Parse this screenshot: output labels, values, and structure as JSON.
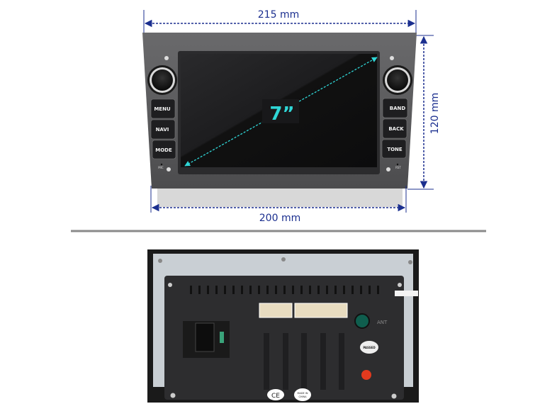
{
  "front": {
    "width_label": "215 mm",
    "height_label": "120 mm",
    "depth_label": "200 mm",
    "screen_size_label": "7”",
    "left_buttons": [
      "MENU",
      "NAVI",
      "MODE"
    ],
    "right_buttons": [
      "BAND",
      "BACK",
      "TONE"
    ],
    "mic_label": "MIC",
    "rst_label": "RST"
  },
  "back": {
    "ant_label": "ANT",
    "ce_label": "CE",
    "made_in_label": "MADE IN",
    "china_label": "CHINA",
    "passed_label": "PASSED"
  },
  "colors": {
    "dimension": "#1b2f8f",
    "diagonal": "#2fd6d6",
    "bezel": "#5b5b5d",
    "screen": "#141416",
    "separator": "#8a8a8a"
  }
}
